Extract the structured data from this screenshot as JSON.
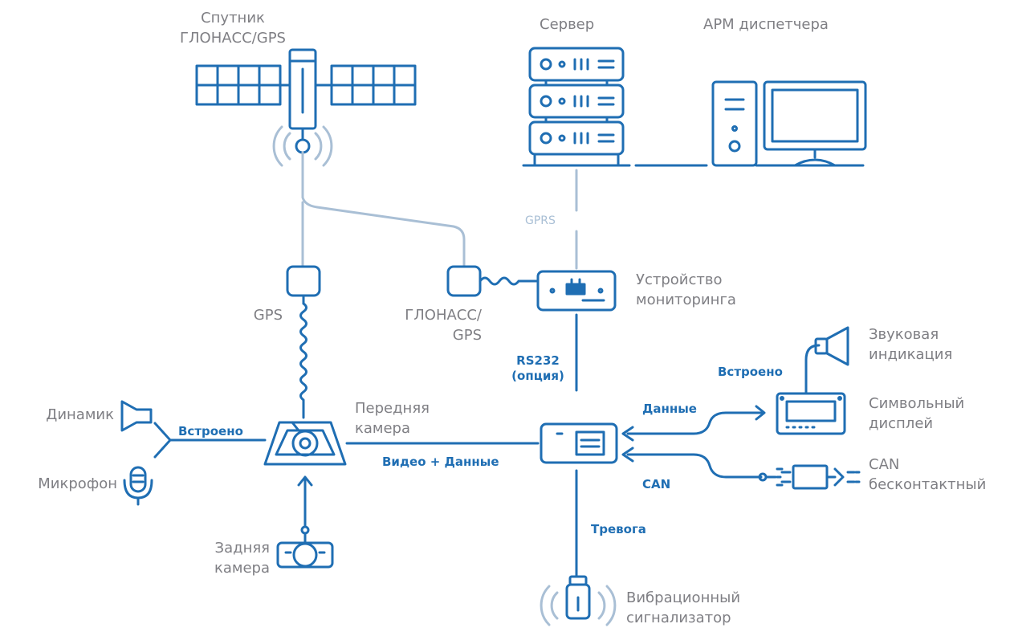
{
  "labels": {
    "satellite": [
      "Спутник",
      "ГЛОНАСС/GPS"
    ],
    "server": "Сервер",
    "dispatcher": "АРМ диспетчера",
    "gprs": "GPS",
    "glonass_antenna": [
      "ГЛОНАСС/",
      "GPS"
    ],
    "monitoring_device": [
      "Устройство",
      "мониторинга"
    ],
    "sound_indication": [
      "Звуковая",
      "индикация"
    ],
    "char_display": [
      "Символьный",
      "дисплей"
    ],
    "can_contactless": [
      "CAN",
      "бесконтактный"
    ],
    "speaker": "Динамик",
    "microphone": "Микрофон",
    "front_camera": [
      "Передняя",
      "камера"
    ],
    "rear_camera": [
      "Задняя",
      "камера"
    ],
    "vibration": [
      "Вибрационный",
      "сигнализатор"
    ]
  },
  "connections": {
    "gprs": "GPRS",
    "rs232": [
      "RS232",
      "(опция)"
    ],
    "builtin_audio": "Встроено",
    "builtin_indication": "Встроено",
    "data": "Данные",
    "video_data": "Видео + Данные",
    "can": "CAN",
    "alarm": "Тревога"
  },
  "colors": {
    "primary": "#1f6eb3",
    "secondary_line": "#a9bfd5",
    "label": "#7f7f84"
  }
}
